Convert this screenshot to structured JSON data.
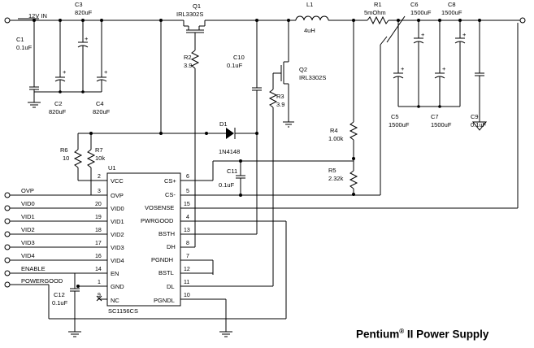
{
  "title": {
    "brand": "Pentium",
    "reg": "®",
    "rest": " II Power Supply"
  },
  "supply_label": "12V IN",
  "components": {
    "C1": {
      "ref": "C1",
      "value": "0.1uF"
    },
    "C2": {
      "ref": "C2",
      "value": "820uF"
    },
    "C3": {
      "ref": "C3",
      "value": "820uF"
    },
    "C4": {
      "ref": "C4",
      "value": "820uF"
    },
    "Q1": {
      "ref": "Q1",
      "value": "IRL3302S"
    },
    "Q2": {
      "ref": "Q2",
      "value": "IRL3302S"
    },
    "R2": {
      "ref": "R2",
      "value": "3.9"
    },
    "R3": {
      "ref": "R3",
      "value": "3.9"
    },
    "C10": {
      "ref": "C10",
      "value": "0.1uF"
    },
    "L1": {
      "ref": "L1",
      "value": "4uH"
    },
    "R1": {
      "ref": "R1",
      "value": "5mOhm"
    },
    "C5": {
      "ref": "C5",
      "value": "1500uF"
    },
    "C6": {
      "ref": "C6",
      "value": "1500uF"
    },
    "C7": {
      "ref": "C7",
      "value": "1500uF"
    },
    "C8": {
      "ref": "C8",
      "value": "1500uF"
    },
    "C9": {
      "ref": "C9",
      "value": "0.1uF"
    },
    "D1": {
      "ref": "D1",
      "value": "1N4148"
    },
    "R4": {
      "ref": "R4",
      "value": "1.00k"
    },
    "R5": {
      "ref": "R5",
      "value": "2.32k"
    },
    "C11": {
      "ref": "C11",
      "value": "0.1uF"
    },
    "R6": {
      "ref": "R6",
      "value": "10"
    },
    "R7": {
      "ref": "R7",
      "value": "10k"
    },
    "C12": {
      "ref": "C12",
      "value": "0.1uF"
    },
    "U1": {
      "ref": "U1",
      "value": "SC1156CS"
    }
  },
  "ic_pins_left": [
    {
      "num": "2",
      "name": "VCC"
    },
    {
      "num": "3",
      "name": "OVP"
    },
    {
      "num": "20",
      "name": "VID0"
    },
    {
      "num": "19",
      "name": "VID1"
    },
    {
      "num": "18",
      "name": "VID2"
    },
    {
      "num": "17",
      "name": "VID3"
    },
    {
      "num": "16",
      "name": "VID4"
    },
    {
      "num": "14",
      "name": "EN"
    },
    {
      "num": "1",
      "name": "GND"
    },
    {
      "num": "9",
      "name": "NC"
    }
  ],
  "ic_pins_right": [
    {
      "num": "6",
      "name": "CS+"
    },
    {
      "num": "5",
      "name": "CS-"
    },
    {
      "num": "15",
      "name": "VOSENSE"
    },
    {
      "num": "4",
      "name": "PWRGOOD"
    },
    {
      "num": "13",
      "name": "BSTH"
    },
    {
      "num": "8",
      "name": "DH"
    },
    {
      "num": "7",
      "name": "PGNDH"
    },
    {
      "num": "12",
      "name": "BSTL"
    },
    {
      "num": "11",
      "name": "DL"
    },
    {
      "num": "10",
      "name": "PGNDL"
    }
  ],
  "net_labels": [
    "OVP",
    "VID0",
    "VID1",
    "VID2",
    "VID3",
    "VID4",
    "ENABLE",
    "POWERGOOD"
  ]
}
